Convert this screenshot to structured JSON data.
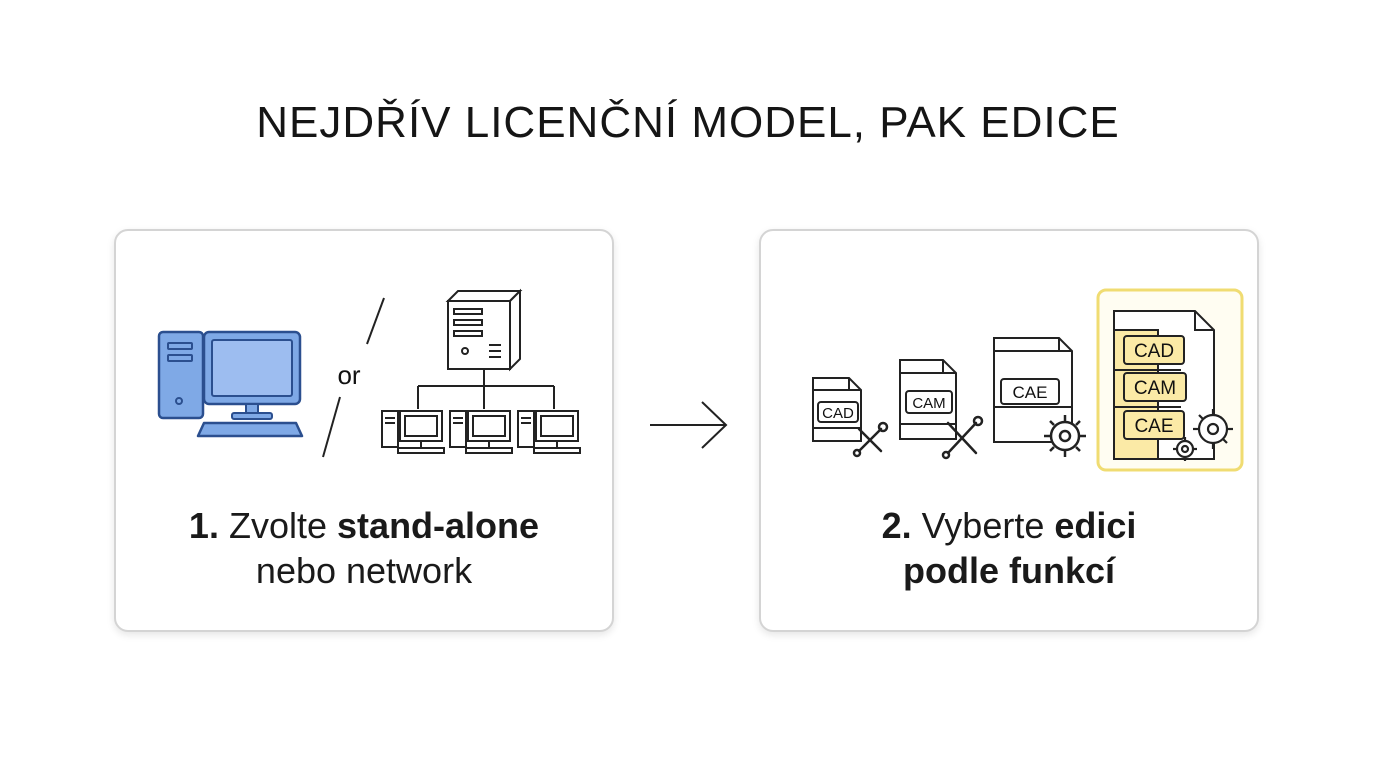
{
  "title": "NEJDŘÍV LICENČNÍ MODEL, PAK EDICE",
  "step1": {
    "number": "1.",
    "lead": "Zvolte",
    "bold": "stand-alone",
    "line2": "nebo network",
    "or_label": "or",
    "icons": [
      "desktop-computer-icon",
      "server-network-icon"
    ]
  },
  "step2": {
    "number": "2.",
    "lead": "Vyberte",
    "bold_line1": "edici",
    "bold_line2": "podle funkcí",
    "editions": [
      {
        "labels": [
          "CAD"
        ]
      },
      {
        "labels": [
          "CAM"
        ]
      },
      {
        "labels": [
          "CAE"
        ]
      },
      {
        "labels": [
          "CAD",
          "CAM",
          "CAE"
        ],
        "highlighted": true
      }
    ]
  },
  "colors": {
    "computer_blue": "#7fa9e6",
    "highlight_yellow": "#f7e27b",
    "highlight_fill": "#fbeaa6",
    "card_border": "#d4d4d4"
  }
}
